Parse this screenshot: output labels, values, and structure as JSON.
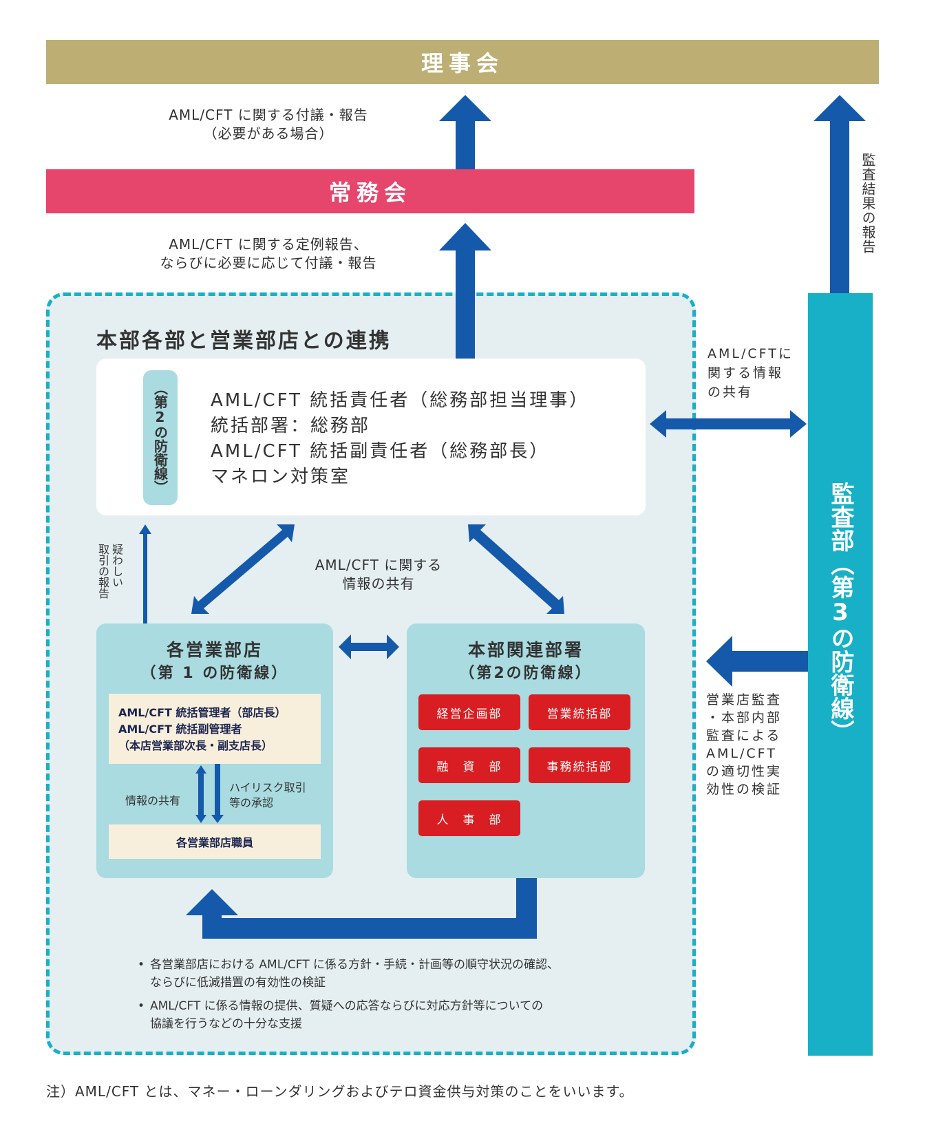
{
  "colors": {
    "board": "#bdae74",
    "executive": "#e6456c",
    "arrow": "#1559aa",
    "region_bg": "#e5eff2",
    "region_border": "#17b0c6",
    "unit_bg": "#a9dbe0",
    "cream": "#f7efdc",
    "dept_red": "#d81e22",
    "audit": "#17b0c6"
  },
  "board": {
    "label": "理事会"
  },
  "executive": {
    "label": "常務会"
  },
  "edges": {
    "exec_to_board": [
      "AML/CFT に関する付議・報告",
      "（必要がある場合）"
    ],
    "region_to_exec": [
      "AML/CFT に関する定例報告、",
      "ならびに必要に応じて付議・報告"
    ],
    "audit_to_board": "監査結果の報告",
    "info_share_audit": [
      "AML/CFTに",
      "関する情報",
      "の共有"
    ],
    "suspicious_report": [
      "疑わしい",
      "取引の報告"
    ],
    "center_share": [
      "AML/CFT に関する",
      "情報の共有"
    ],
    "audit_verify": [
      "営業店監査",
      "・本部内部",
      "監査による",
      "AML/CFT",
      "の適切性実",
      "効性の検証"
    ]
  },
  "region": {
    "title": "本部各部と営業部店との連携",
    "governance": {
      "badge": "（第2の防衛線）",
      "lines": [
        "AML/CFT 統括責任者（総務部担当理事）",
        "統括部署：総務部",
        "AML/CFT 統括副責任者（総務部長）",
        "マネロン対策室"
      ]
    },
    "branches": {
      "title": "各営業部店",
      "subtitle": "（第 1 の防衛線）",
      "managers": [
        "AML/CFT 統括管理者（部店長）",
        "AML/CFT 統括副管理者",
        "（本店営業部次長・副支店長）"
      ],
      "left_arrow_label": "情報の共有",
      "right_arrow_label": [
        "ハイリスク取引",
        "等の承認"
      ],
      "staff": "各営業部店職員"
    },
    "hq_departments": {
      "title": "本部関連部署",
      "subtitle": "（第2の防衛線）",
      "departments": [
        "経営企画部",
        "営業統括部",
        "融　資　部",
        "事務統括部",
        "人　事　部"
      ]
    },
    "support_bullets": [
      [
        "各営業部店における AML/CFT に係る方針・手続・計画等の順守状況の確認、",
        "ならびに低減措置の有効性の検証"
      ],
      [
        "AML/CFT に係る情報の提供、質疑への応答ならびに対応方針等についての",
        "協議を行うなどの十分な支援"
      ]
    ]
  },
  "audit": {
    "label": "監査部（第3の防衛線）"
  },
  "footnote": "注）AML/CFT とは、マネー・ローンダリングおよびテロ資金供与対策のことをいいます。"
}
